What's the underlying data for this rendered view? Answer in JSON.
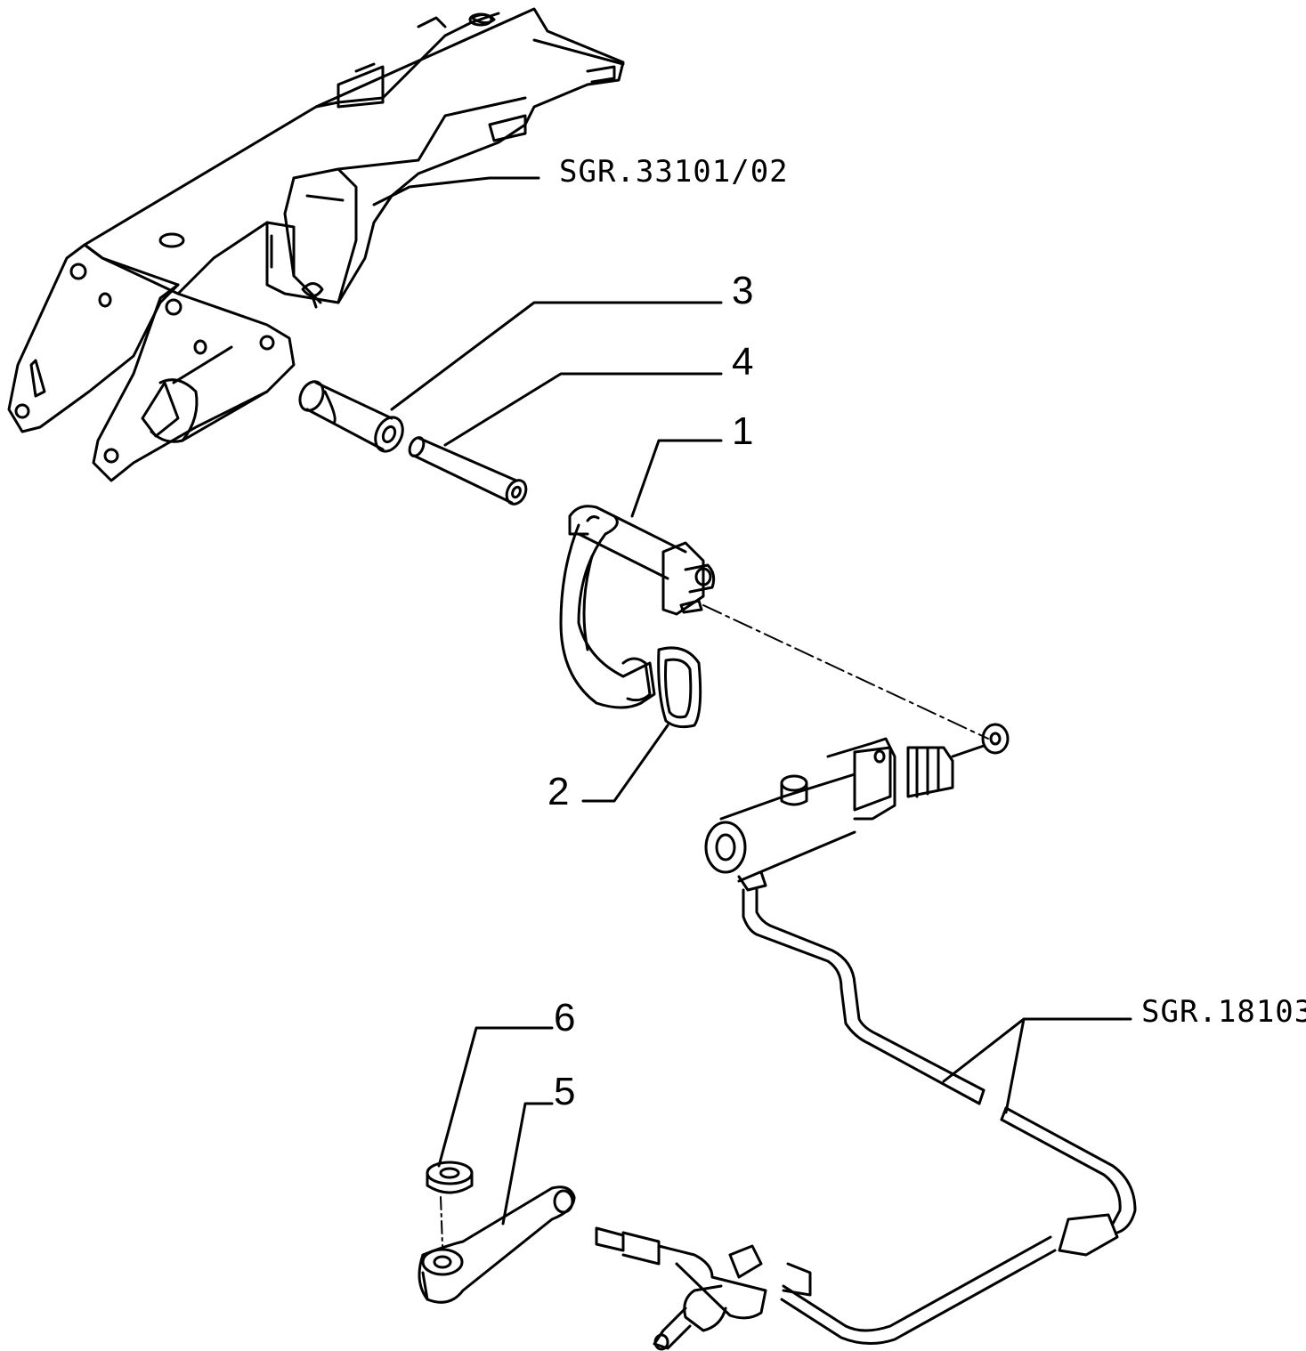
{
  "diagram": {
    "references": {
      "upper_group": "SGR.33101/02",
      "lower_group": "SGR.18103"
    },
    "callouts": [
      {
        "id": "callout-1",
        "label": "1"
      },
      {
        "id": "callout-2",
        "label": "2"
      },
      {
        "id": "callout-3",
        "label": "3"
      },
      {
        "id": "callout-4",
        "label": "4"
      },
      {
        "id": "callout-5",
        "label": "5"
      },
      {
        "id": "callout-6",
        "label": "6"
      }
    ],
    "line_color": "#000000",
    "background_color": "#ffffff"
  }
}
